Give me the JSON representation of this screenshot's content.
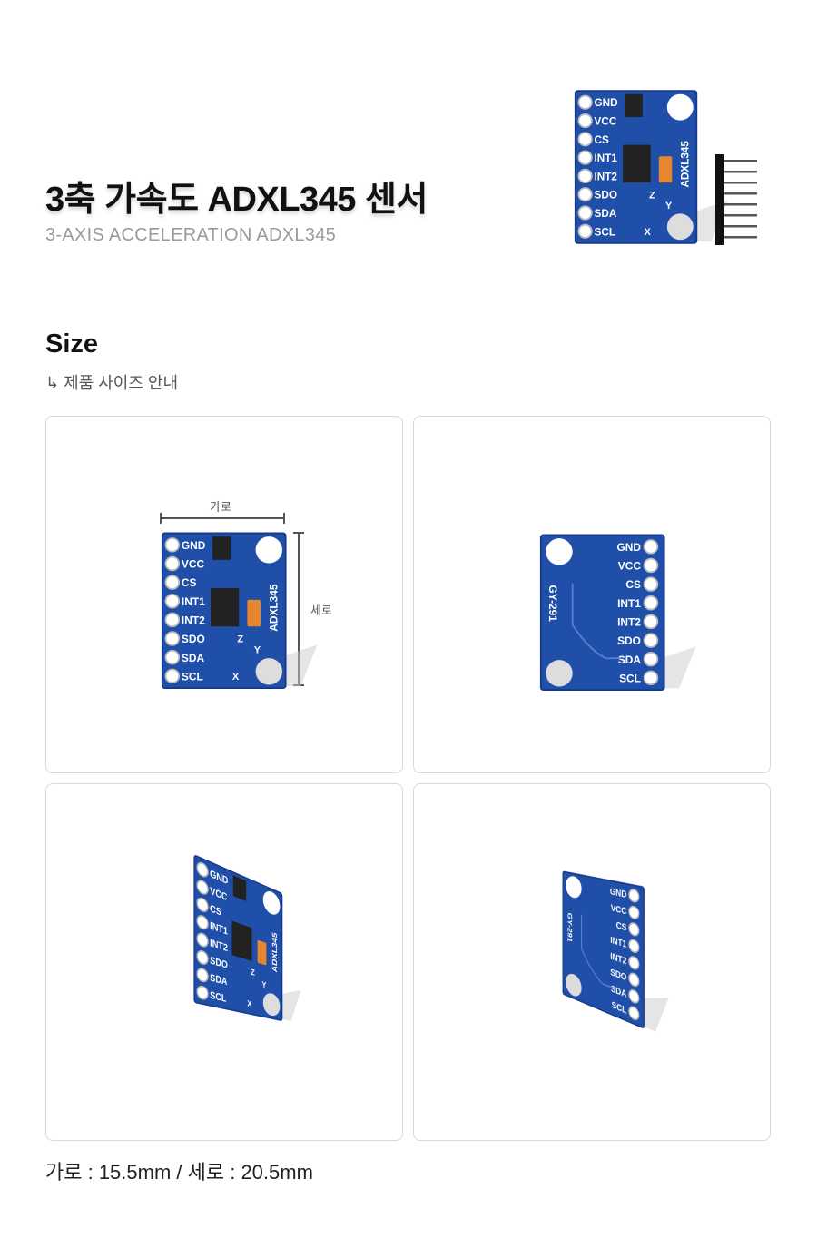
{
  "header": {
    "title": "3축 가속도 ADXL345 센서",
    "subtitle": "3-AXIS ACCELERATION ADXL345"
  },
  "size_section": {
    "heading": "Size",
    "subheading": "↳ 제품 사이즈 안내",
    "width_label": "가로",
    "height_label": "세로",
    "footer": "가로 : 15.5mm / 세로 : 20.5mm"
  },
  "board": {
    "pins": [
      "GND",
      "VCC",
      "CS",
      "INT1",
      "INT2",
      "SDO",
      "SDA",
      "SCL"
    ],
    "chip_label": "ADXL345",
    "back_label": "GY-291",
    "axes": [
      "Z",
      "Y",
      "X"
    ],
    "pcb_color": "#1f4fa8"
  }
}
